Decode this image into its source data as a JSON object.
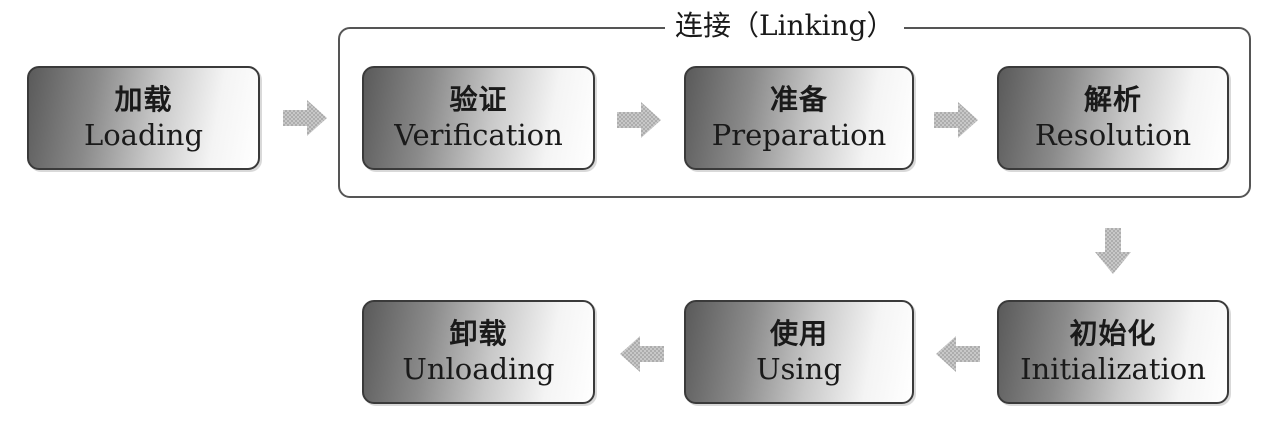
{
  "group": {
    "title": "连接（Linking）"
  },
  "stages": {
    "loading": {
      "zh": "加载",
      "en": "Loading"
    },
    "verification": {
      "zh": "验证",
      "en": "Verification"
    },
    "preparation": {
      "zh": "准备",
      "en": "Preparation"
    },
    "resolution": {
      "zh": "解析",
      "en": "Resolution"
    },
    "initialization": {
      "zh": "初始化",
      "en": "Initialization"
    },
    "using": {
      "zh": "使用",
      "en": "Using"
    },
    "unloading": {
      "zh": "卸载",
      "en": "Unloading"
    }
  },
  "colors": {
    "box_dark": "#5a5a5a",
    "box_light": "#ffffff",
    "border": "#3a3a3a",
    "arrow": "#b5b5b5"
  }
}
